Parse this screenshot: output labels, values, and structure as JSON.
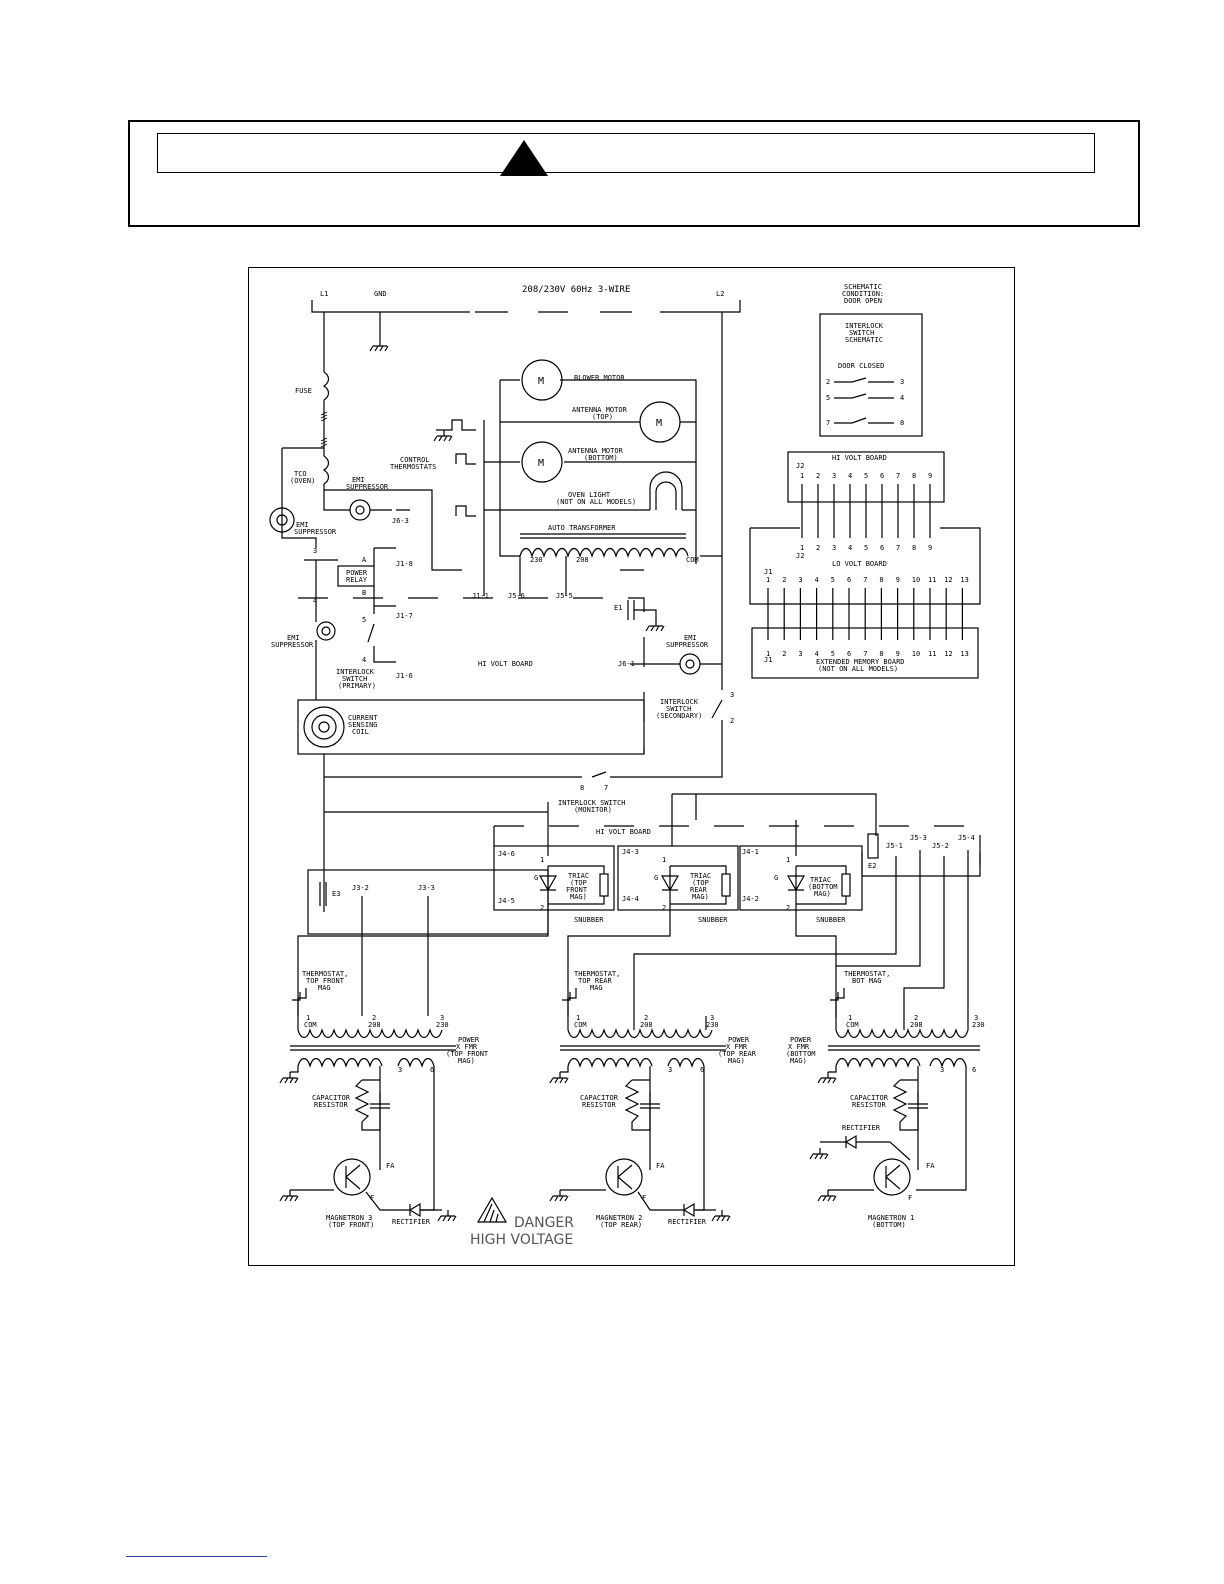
{
  "warning_box": {
    "icon": "warning-triangle-icon"
  },
  "schematic": {
    "title": "208/230V 60Hz 3-WIRE",
    "lines": {
      "l1": "L1",
      "gnd": "GND",
      "l2": "L2"
    },
    "condition": [
      "SCHEMATIC",
      "CONDITION:",
      "DOOR OPEN"
    ],
    "interlock_box": {
      "title": [
        "INTERLOCK",
        "SWITCH",
        "SCHEMATIC"
      ],
      "door_closed": "DOOR CLOSED",
      "pins": [
        "2",
        "3",
        "5",
        "4",
        "7",
        "8"
      ]
    },
    "components": {
      "fuse": "FUSE",
      "tco": [
        "TCO",
        "(OVEN)"
      ],
      "emi_suppressor_1": [
        "EMI",
        "SUPPRESSOR"
      ],
      "emi_suppressor_2": [
        "EMI",
        "SUPPRESSOR"
      ],
      "emi_suppressor_3": [
        "EMI",
        "SUPPRESSOR"
      ],
      "emi_suppressor_4": [
        "EMI",
        "SUPPRESSOR"
      ],
      "control_thermostats": [
        "CONTROL",
        "THERMOSTATS"
      ],
      "blower_motor": "BLOWER MOTOR",
      "antenna_motor_top": [
        "ANTENNA MOTOR",
        "(TOP)"
      ],
      "antenna_motor_bottom": [
        "ANTENNA MOTOR",
        "(BOTTOM)"
      ],
      "oven_light": [
        "OVEN LIGHT",
        "(NOT ON ALL MODELS)"
      ],
      "auto_transformer": "AUTO TRANSFORMER",
      "motor_symbol": "M",
      "power_relay": [
        "POWER",
        "RELAY"
      ],
      "interlock_primary": [
        "INTERLOCK",
        "SWITCH",
        "(PRIMARY)"
      ],
      "interlock_secondary": [
        "INTERLOCK",
        "SWITCH",
        "(SECONDARY)"
      ],
      "interlock_monitor": [
        "INTERLOCK SWITCH",
        "(MONITOR)"
      ],
      "current_sensing_coil": [
        "CURRENT",
        "SENSING",
        "COIL"
      ],
      "hi_volt_board": "HI VOLT BOARD",
      "hi_volt_board_2": "HI VOLT BOARD",
      "hi_volt_board_3": "HI VOLT BOARD",
      "lo_volt_board": "LO VOLT BOARD",
      "extended_memory_board": [
        "EXTENDED MEMORY BOARD",
        "(NOT ON ALL MODELS)"
      ],
      "tap_230": "230",
      "tap_208": "208",
      "tap_com": "COM",
      "relay_a": "A",
      "relay_b": "B",
      "pin_3": "3",
      "pin_4": "4",
      "pin_5": "5",
      "pin_4b": "4",
      "sec_3": "3",
      "sec_2": "2",
      "mon_8": "8",
      "mon_7": "7",
      "e1": "E1",
      "e2": "E2",
      "e3": "E3",
      "connectors": {
        "j6_3": "J6-3",
        "j1_8": "J1-8",
        "j1_7": "J1-7",
        "j1_6": "J1-6",
        "j1_1": "J1-1",
        "j5_6": "J5-6",
        "j5_5": "J5-5",
        "j6_1": "J6-1",
        "j3_2": "J3-2",
        "j3_3": "J3-3",
        "j4_6": "J4-6",
        "j4_5": "J4-5",
        "j4_3": "J4-3",
        "j4_4": "J4-4",
        "j4_1": "J4-1",
        "j4_2": "J4-2",
        "j5_1": "J5-1",
        "j5_2": "J5-2",
        "j5_3": "J5-3",
        "j5_4": "J5-4",
        "j1": "J1",
        "j2": "J2"
      },
      "board_pins_9": [
        "1",
        "2",
        "3",
        "4",
        "5",
        "6",
        "7",
        "8",
        "9"
      ],
      "board_pins_13": [
        "1",
        "2",
        "3",
        "4",
        "5",
        "6",
        "7",
        "8",
        "9",
        "10",
        "11",
        "12",
        "13"
      ],
      "triac_front": [
        "TRIAC",
        "(TOP",
        "FRONT",
        "MAG)"
      ],
      "triac_rear": [
        "TRIAC",
        "(TOP",
        "REAR",
        "MAG)"
      ],
      "triac_bottom": [
        "TRIAC",
        "(BOTTOM",
        "MAG)"
      ],
      "snubber": "SNUBBER",
      "triac_pins": [
        "G",
        "1",
        "2"
      ],
      "thermostat_front": [
        "THERMOSTAT,",
        "TOP FRONT",
        "MAG"
      ],
      "thermostat_rear": [
        "THERMOSTAT,",
        "TOP REAR",
        "MAG"
      ],
      "thermostat_bottom": [
        "THERMOSTAT,",
        "BOT MAG"
      ],
      "tx_taps": [
        "1",
        "COM",
        "2",
        "208",
        "3",
        "230"
      ],
      "tx_front": [
        "POWER",
        "X FMR",
        "(TOP FRONT",
        "MAG)"
      ],
      "tx_rear": [
        "POWER",
        "X FMR",
        "(TOP REAR",
        "MAG)"
      ],
      "tx_bottom": [
        "POWER",
        "X FMR",
        "(BOTTOM",
        "MAG)"
      ],
      "tx_sec": [
        "3",
        "6"
      ],
      "capacitor_resistor": [
        "CAPACITOR",
        "RESISTOR"
      ],
      "rectifier": "RECTIFIER",
      "fa": "FA",
      "f": "F",
      "magnetron_3": [
        "MAGNETRON 3",
        "(TOP FRONT)"
      ],
      "magnetron_2": [
        "MAGNETRON 2",
        "(TOP REAR)"
      ],
      "magnetron_1": [
        "MAGNETRON 1",
        "(BOTTOM)"
      ]
    },
    "danger": {
      "line1": "DANGER",
      "line2": "HIGH VOLTAGE"
    }
  }
}
